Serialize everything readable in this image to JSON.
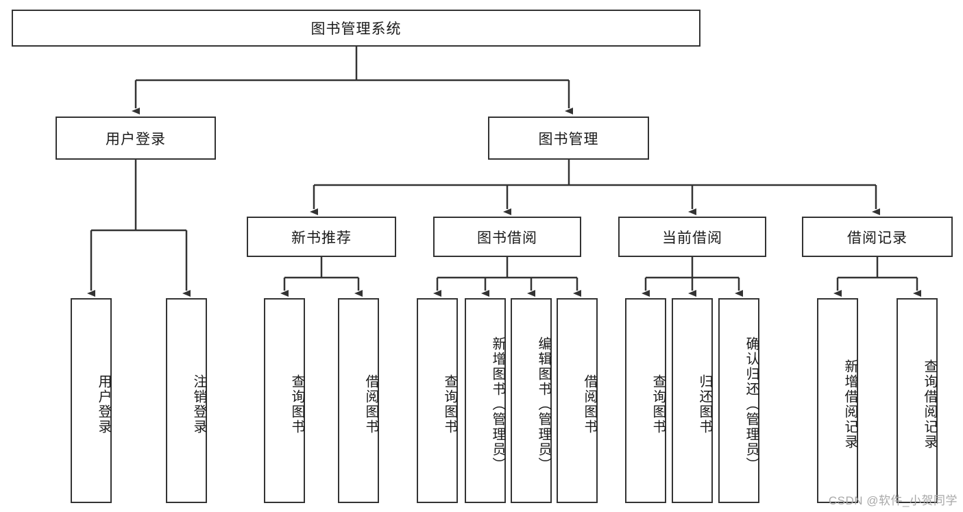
{
  "diagram": {
    "title": "图书管理系统",
    "type": "tree-hierarchy-diagram",
    "root": {
      "label": "图书管理系统"
    },
    "level2": [
      {
        "label": "用户登录"
      },
      {
        "label": "图书管理"
      }
    ],
    "level3": [
      {
        "label": "新书推荐"
      },
      {
        "label": "图书借阅"
      },
      {
        "label": "当前借阅"
      },
      {
        "label": "借阅记录"
      }
    ],
    "leaves": {
      "user_login": [
        {
          "label": "用户登录"
        },
        {
          "label": "注销登录"
        }
      ],
      "new_book_recommend": [
        {
          "label": "查询图书"
        },
        {
          "label": "借阅图书"
        }
      ],
      "book_borrow": [
        {
          "label": "查询图书"
        },
        {
          "label": "新增图书（管理员）"
        },
        {
          "label": "编辑图书（管理员）"
        },
        {
          "label": "借阅图书"
        }
      ],
      "current_borrow": [
        {
          "label": "查询图书"
        },
        {
          "label": "归还图书"
        },
        {
          "label": "确认归还（管理员）"
        }
      ],
      "borrow_record": [
        {
          "label": "新增借阅记录"
        },
        {
          "label": "查询借阅记录"
        }
      ]
    }
  },
  "watermark": {
    "text": "CSDN @软件_小贺同学"
  },
  "colors": {
    "stroke": "#333333",
    "background": "#ffffff",
    "text": "#1a1a1a",
    "watermark": "#a8a8a8"
  }
}
